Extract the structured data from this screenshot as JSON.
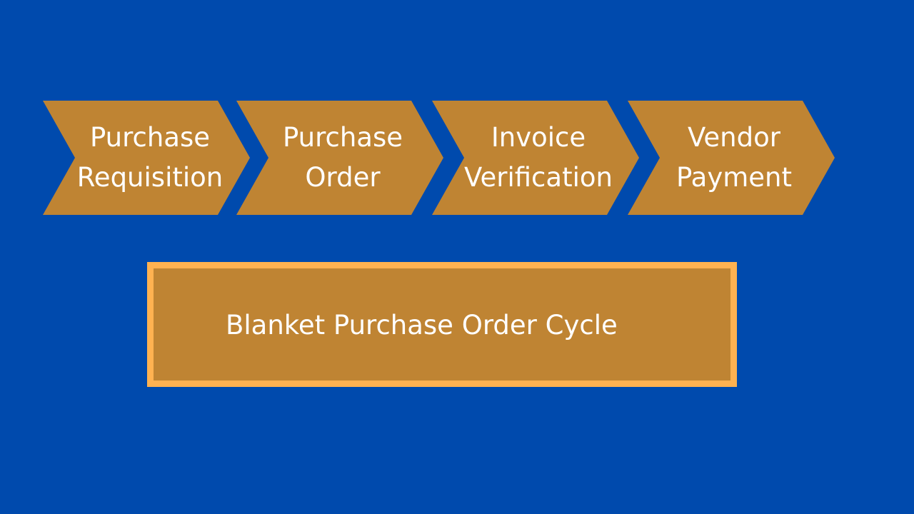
{
  "colors": {
    "background": "#004aad",
    "step_fill": "#bf8433",
    "banner_fill": "#bf8433",
    "banner_border": "#ffb251",
    "text": "#ffffff"
  },
  "steps": [
    {
      "label": "Purchase\nRequisition"
    },
    {
      "label": "Purchase\nOrder"
    },
    {
      "label": "Invoice\nVerification"
    },
    {
      "label": "Vendor\nPayment"
    }
  ],
  "banner": {
    "title": "Blanket Purchase Order Cycle"
  }
}
